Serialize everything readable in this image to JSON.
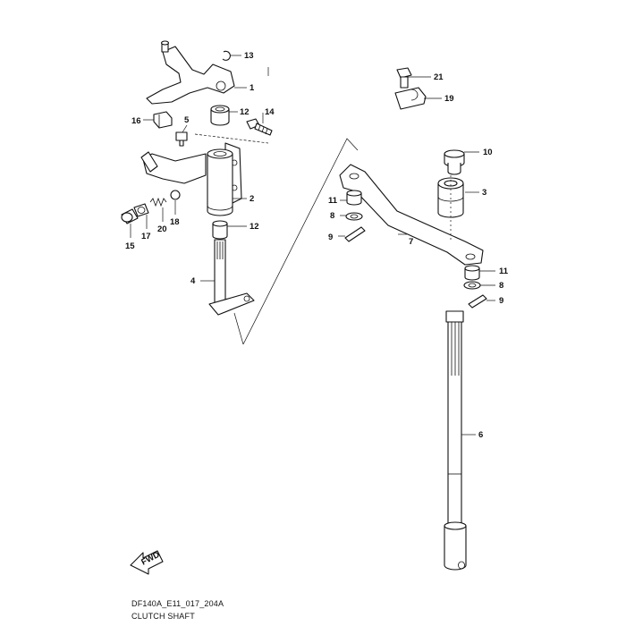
{
  "diagram": {
    "code": "DF140A_E11_017_204A",
    "title": "CLUTCH SHAFT",
    "direction_label": "FWD"
  },
  "callouts": [
    {
      "id": "c13a",
      "text": "13"
    },
    {
      "id": "c1",
      "text": "1"
    },
    {
      "id": "c12a",
      "text": "12"
    },
    {
      "id": "c14",
      "text": "14"
    },
    {
      "id": "c16",
      "text": "16"
    },
    {
      "id": "c5",
      "text": "5"
    },
    {
      "id": "c2",
      "text": "2"
    },
    {
      "id": "c12b",
      "text": "12"
    },
    {
      "id": "c18",
      "text": "18"
    },
    {
      "id": "c20",
      "text": "20"
    },
    {
      "id": "c17",
      "text": "17"
    },
    {
      "id": "c15",
      "text": "15"
    },
    {
      "id": "c4",
      "text": "4"
    },
    {
      "id": "c21",
      "text": "21"
    },
    {
      "id": "c19",
      "text": "19"
    },
    {
      "id": "c10",
      "text": "10"
    },
    {
      "id": "c3",
      "text": "3"
    },
    {
      "id": "c11a",
      "text": "11"
    },
    {
      "id": "c8a",
      "text": "8"
    },
    {
      "id": "c9a",
      "text": "9"
    },
    {
      "id": "c7",
      "text": "7"
    },
    {
      "id": "c11b",
      "text": "11"
    },
    {
      "id": "c8b",
      "text": "8"
    },
    {
      "id": "c9b",
      "text": "9"
    },
    {
      "id": "c6",
      "text": "6"
    }
  ]
}
